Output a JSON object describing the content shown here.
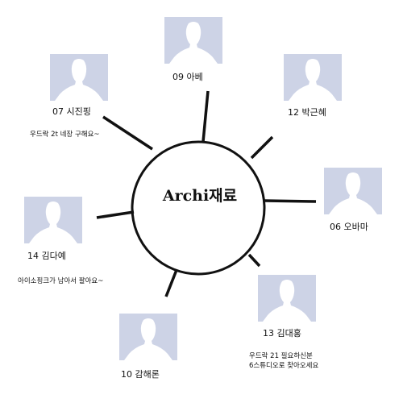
{
  "center": {
    "title": "Archi재료"
  },
  "members": [
    {
      "id": "abe",
      "name": "09 아베",
      "message": []
    },
    {
      "id": "xi",
      "name": "07 시진핑",
      "message": [
        "우드락 2t 네장 구해요~"
      ]
    },
    {
      "id": "park",
      "name": "12 박근혜",
      "message": []
    },
    {
      "id": "obama",
      "name": "06 오바마",
      "message": []
    },
    {
      "id": "kimda",
      "name": "14 김다예",
      "message": [
        "아이소핑크가 남아서 팔아요~"
      ]
    },
    {
      "id": "kimdae",
      "name": "13 김대홍",
      "message": [
        "우드락 21 필요하신분",
        "6스튜디오로 찾아오세요"
      ]
    },
    {
      "id": "kimhae",
      "name": "10 감해론",
      "message": []
    }
  ],
  "style": {
    "avatar_bg": "#cdd3e6",
    "silhouette": "#ffffff",
    "line_color": "#111111"
  },
  "icons": {
    "avatar": "person-silhouette-icon"
  }
}
